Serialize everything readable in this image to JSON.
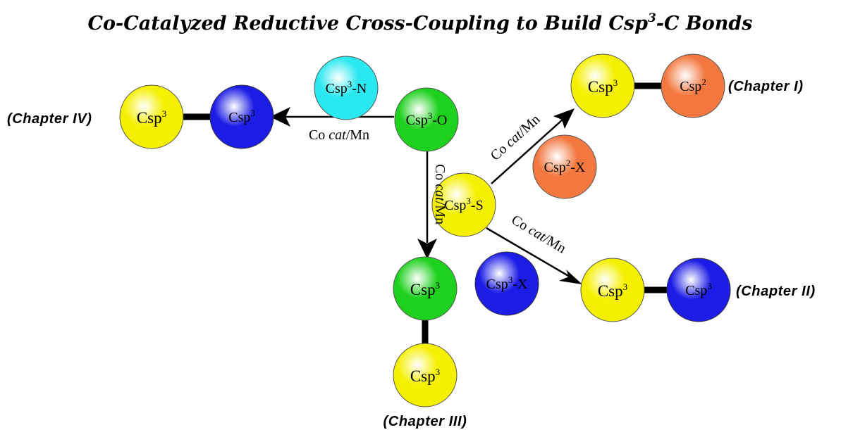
{
  "title": {
    "main": "Co-Catalyzed Reductive Cross-Coupling to Build Csp",
    "sup": "3",
    "rest": "-C Bonds"
  },
  "colors": {
    "yellow": "#f5f000",
    "blue": "#1c1ce6",
    "cyan": "#29e8f0",
    "green": "#1fd11f",
    "orange": "#f27840",
    "line": "#000000"
  },
  "nodes": {
    "chIV_left": {
      "base": "Csp",
      "sup": "3",
      "tail": "",
      "color": "yellow"
    },
    "chIV_right": {
      "base": "Csp",
      "sup": "3",
      "tail": "",
      "color": "blue"
    },
    "n_reagent": {
      "base": "Csp",
      "sup": "3",
      "tail": "-N",
      "color": "cyan"
    },
    "o_substrate": {
      "base": "Csp",
      "sup": "3",
      "tail": "-O",
      "color": "green"
    },
    "chI_left": {
      "base": "Csp",
      "sup": "3",
      "tail": "",
      "color": "yellow"
    },
    "chI_right": {
      "base": "Csp",
      "sup": "2",
      "tail": "",
      "color": "orange"
    },
    "x2_reagent": {
      "base": "Csp",
      "sup": "2",
      "tail": "-X",
      "color": "orange"
    },
    "s_substrate": {
      "base": "Csp",
      "sup": "3",
      "tail": "-S",
      "color": "yellow"
    },
    "x3_reagent": {
      "base": "Csp",
      "sup": "3",
      "tail": "-X",
      "color": "blue"
    },
    "chII_left": {
      "base": "Csp",
      "sup": "3",
      "tail": "",
      "color": "yellow"
    },
    "chII_right": {
      "base": "Csp",
      "sup": "3",
      "tail": "",
      "color": "blue"
    },
    "chIII_top": {
      "base": "Csp",
      "sup": "3",
      "tail": "",
      "color": "green"
    },
    "chIII_bottom": {
      "base": "Csp",
      "sup": "3",
      "tail": "",
      "color": "yellow"
    }
  },
  "conditions": {
    "co": "Co ",
    "cat": "cat",
    "mn": "/Mn"
  },
  "chapters": {
    "I": "(Chapter I)",
    "II": "(Chapter II)",
    "III": "(Chapter III)",
    "IV": "(Chapter IV)"
  }
}
